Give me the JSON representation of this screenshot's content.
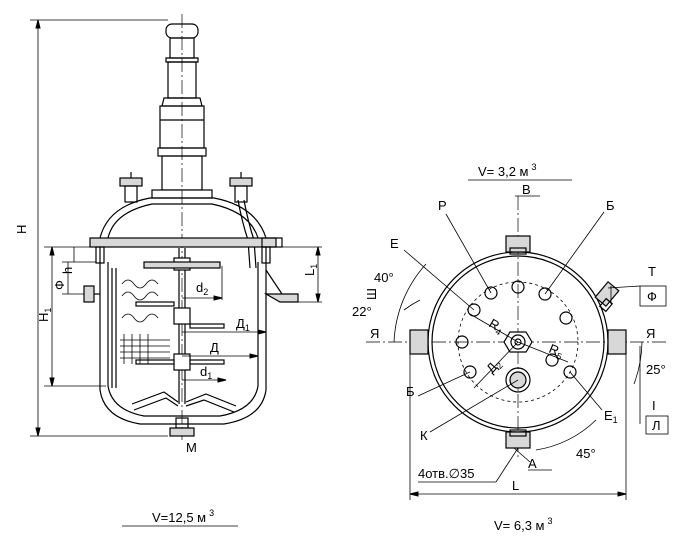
{
  "left_view": {
    "dimensions": {
      "overall_height": "H",
      "cylinder_height": "H",
      "cylinder_height_sub": "1",
      "flange_height": "h",
      "flange_phi": "Ф",
      "bracket_height": "L",
      "bracket_height_sub": "1",
      "agitator_d2": "d",
      "agitator_d2_sub": "2",
      "jacket_d1": "Д",
      "jacket_d1_sub": "1",
      "vessel_d": "Д",
      "agitator_d1": "d",
      "agitator_d1_sub": "1",
      "bottom_nozzle": "М"
    },
    "caption": {
      "prefix": "V=12,5 м",
      "superscript": "3"
    }
  },
  "right_view": {
    "top_caption": {
      "prefix": "V= 3,2 м",
      "superscript": "3"
    },
    "bottom_caption": {
      "prefix": "V= 6,3 м",
      "superscript": "3"
    },
    "labels": {
      "v": "В",
      "b_top": "Б",
      "r": "Р",
      "e": "Е",
      "t": "Т",
      "f": "Ф",
      "angle_40": "40°",
      "sh": "Ш",
      "angle_22": "22°",
      "ya_left": "Я",
      "ya_right": "Я",
      "r4": "R",
      "r4_sub": "4",
      "r5": "R",
      "r5_sub": "5",
      "d2": "Д",
      "d2_sub": "2",
      "angle_25": "25°",
      "i_mark": "І",
      "l_mark": "Л",
      "b_bottom": "Б",
      "e1": "Е",
      "e1_sub": "1",
      "k": "К",
      "a": "А",
      "angle_45": "45°",
      "holes": "4отв.∅35",
      "l_dim": "L"
    }
  }
}
